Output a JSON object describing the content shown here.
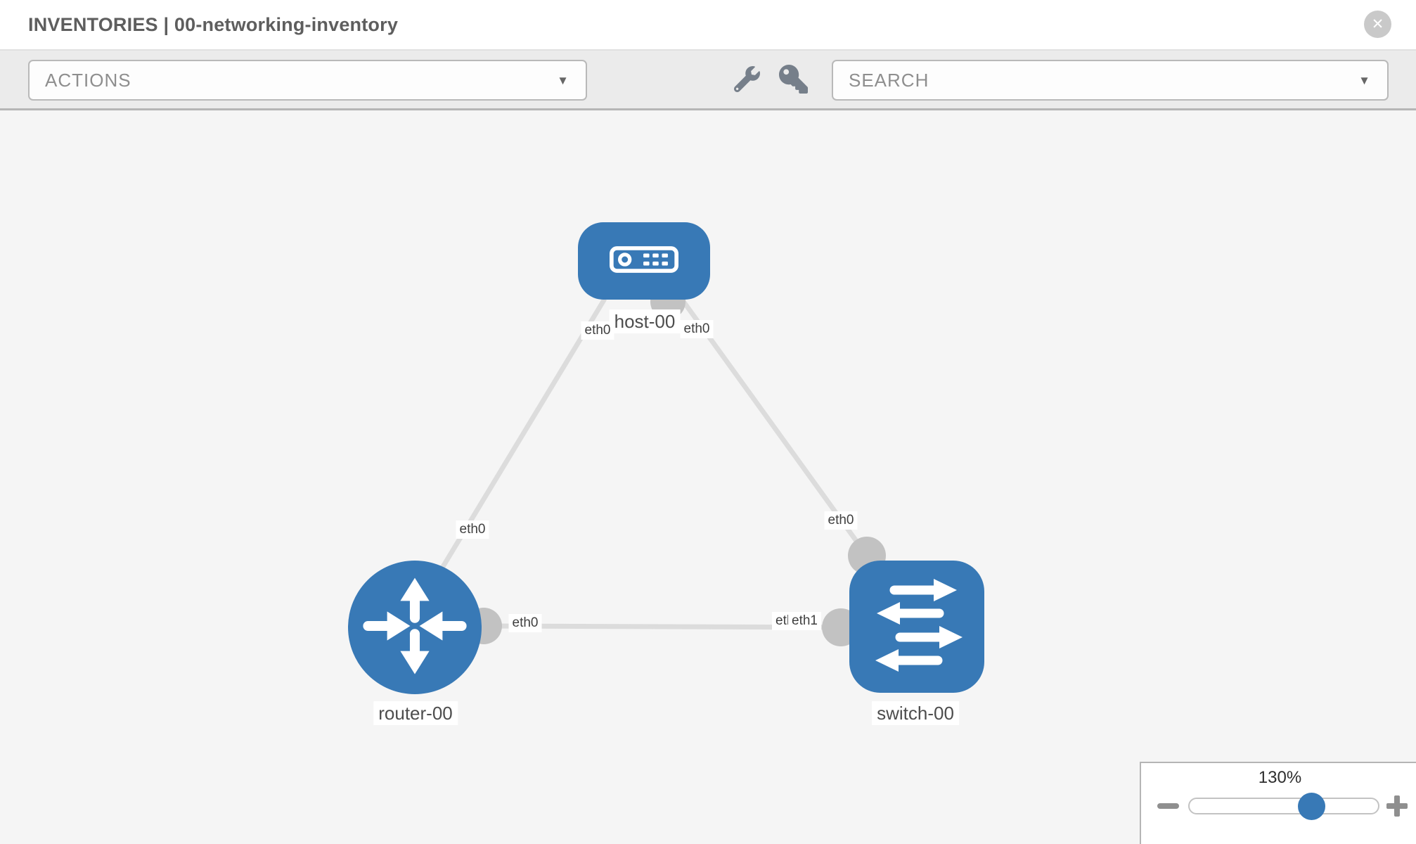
{
  "header": {
    "title": "INVENTORIES | 00-networking-inventory",
    "close_glyph": "✕"
  },
  "toolbar": {
    "actions_label": "ACTIONS",
    "search_label": "SEARCH",
    "caret_glyph": "▼",
    "icons": [
      "wrench-icon",
      "key-icon"
    ]
  },
  "topology": {
    "nodes": [
      {
        "id": "host-00",
        "type": "host",
        "label": "host-00"
      },
      {
        "id": "router-00",
        "type": "router",
        "label": "router-00"
      },
      {
        "id": "switch-00",
        "type": "switch",
        "label": "switch-00"
      }
    ],
    "links": [
      {
        "from": "host-00",
        "to": "router-00",
        "interfaces": {
          "host_end": "eth0",
          "router_end": "eth0"
        }
      },
      {
        "from": "host-00",
        "to": "switch-00",
        "interfaces": {
          "host_end": "eth0",
          "switch_end": "eth0"
        }
      },
      {
        "from": "router-00",
        "to": "switch-00",
        "interfaces": {
          "router_end": "eth0",
          "switch_end_front": "eth1",
          "switch_end_back": "eth0"
        }
      }
    ]
  },
  "zoom_control": {
    "level": "130%",
    "icons": [
      "zoom-out-icon",
      "zoom-in-icon"
    ]
  },
  "colors": {
    "node_blue": "#3879b6",
    "link_gray": "#dcdcdc",
    "connector_gray": "#c2c2c2",
    "canvas_bg": "#f5f5f5",
    "toolbar_bg": "#ebebeb"
  }
}
